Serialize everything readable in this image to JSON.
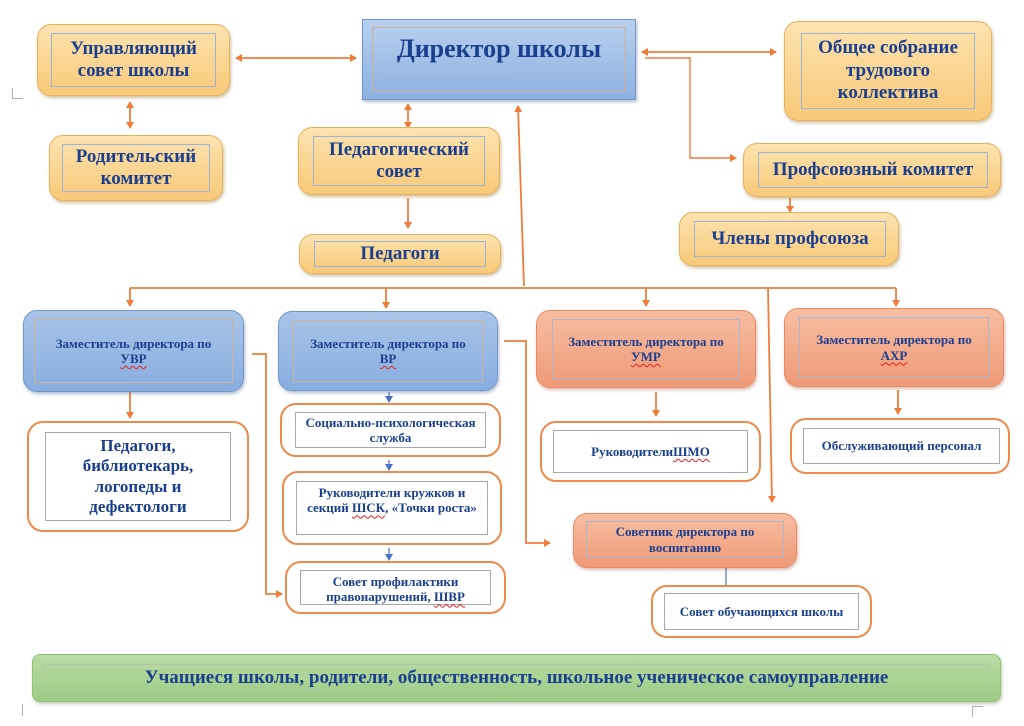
{
  "diagram": {
    "director": "Директор школы",
    "governing_council": "Управляющий совет школы",
    "parent_committee": "Родительский комитет",
    "pedagogical_council": "Педагогический совет",
    "teachers": "Педагоги",
    "general_meeting": "Общее собрание трудового коллектива",
    "trade_union_committee": "Профсоюзный комитет",
    "union_members": "Члены профсоюза",
    "deputies": [
      {
        "prefix": "Заместитель директора по",
        "abbr": "УВР"
      },
      {
        "prefix": "Заместитель директора по",
        "abbr": "ВР"
      },
      {
        "prefix": "Заместитель директора по",
        "abbr": "УМР"
      },
      {
        "prefix": "Заместитель директора по",
        "abbr": "АХР"
      }
    ],
    "uvr_staff": "Педагоги, библиотекарь, логопеды и дефектологи",
    "social_psych_service": "Социально-психологическая служба",
    "clubs_heads": {
      "text": "Руководители кружков и секций ",
      "abbr": "ШСК",
      "suffix": ", «Точки роста»"
    },
    "prevention_council": {
      "text": "Совет профилактики правонарушений, ",
      "abbr": "ШВР"
    },
    "mo_heads": {
      "text": "Руководители ",
      "abbr": "ШМО"
    },
    "service_staff": "Обслуживающий персонал",
    "education_advisor": "Советник директора по воспитанию",
    "student_council": "Совет обучающихся школы",
    "bottom_banner": "Учащиеся школы, родители, общественность, школьное ученическое самоуправление"
  },
  "colors": {
    "connector": "#ee7d3a",
    "connector_blue": "#4a72c4",
    "text": "#1a3f8f"
  }
}
